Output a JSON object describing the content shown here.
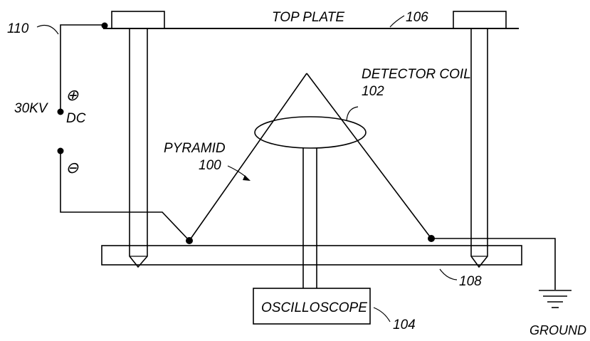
{
  "labels": {
    "top_plate": "TOP PLATE",
    "ref_106": "106",
    "ref_110": "110",
    "voltage": "30KV",
    "plus_sign": "⊕",
    "dc": "DC",
    "minus_sign": "⊖",
    "detector_coil": "DETECTOR COIL",
    "ref_102": "102",
    "pyramid": "PYRAMID",
    "ref_100": "100",
    "ref_108": "108",
    "oscilloscope": "OSCILLOSCOPE",
    "ref_104": "104",
    "ground": "GROUND"
  }
}
